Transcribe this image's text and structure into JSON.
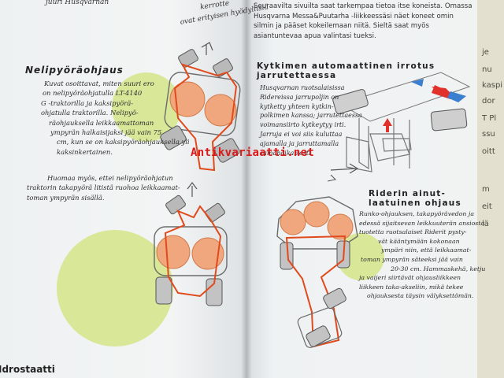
{
  "left_page": {
    "top_fragment_1": "juuri Husqvarnan",
    "top_fragment_2": "kerrotte",
    "top_fragment_3": "ovat erityisen hyödyllisiä",
    "heading": "Nelipyöräohjaus",
    "paragraph_1": [
      "Kuvat osoittavat, miten suuri ero",
      "on nelipyöräohjatulla LT-4140",
      "G -traktorilla ja kaksipyörä-",
      "ohjatulla traktorilla. Nelipyö-",
      "räohjauksella leikkaamattoman",
      "ympyrän halkaisijaksi jää vain 75",
      "cm, kun se on kaksipyöräohjauksella yli",
      "kaksinkertainen."
    ],
    "paragraph_2": [
      "Huomaa myös, ettei nelipyöräohjatun",
      "traktorin takapyörä litistä ruohoa leikkaamat-",
      "toman ympyrän sisällä."
    ],
    "bottom_fragment": "Idrostaatti"
  },
  "right_page": {
    "intro": [
      "Seuraavilta sivuilta saat tarkempaa tietoa itse koneista. Omassa",
      "Husqvarna Messa&Puutarha -liikkeessäsi näet koneet omin",
      "silmin ja pääset kokeilemaan niitä. Sieltä saat myös",
      "asiantuntevaa apua valintasi tueksi."
    ],
    "section_1": {
      "heading_line_1": "Kytkimen automaattinen irrotus",
      "heading_line_2": "jarrutettaessa",
      "body": [
        "Husqvarnan ruotsalaisissa",
        "Ridereissa jarrupoljin on",
        "kytketty yhteen kytkin-",
        "polkimen kanssa; jarrutettaessa",
        "voimansiirto kytkeytyy irti.",
        "Jarruja ei voi siis kuluttaa",
        "ajamalla ja jarruttamalla",
        "samanaikaisesti."
      ]
    },
    "section_2": {
      "heading_line_1": "Riderin ainut-",
      "heading_line_2": "laatuinen ohjaus",
      "body": [
        "Runko-ohjauksen, takapyörävedon ja",
        "edessä sijaitsevan leikkuuterän ansiosta",
        "tuotetta ruotsalaiset Riderit pysty-",
        "vät kääntymään kokonaan",
        "ympäri niin, että leikkaamat-",
        "toman ympyrän säteeksi jää vain",
        "20-30 cm. Hammaskehä, ketju",
        "ja vaijeri siirtävät ohjausliikkeen",
        "liikkeen taka-akseliin, mikä tekee",
        "ohjauksesta täysin välyksettömän."
      ]
    }
  },
  "watermark": "Antikvariaatti.net",
  "background_page": [
    "je",
    "nu",
    "kaspi",
    "dor",
    "T Pl",
    "ssu",
    "oitt",
    "m",
    "eit",
    "lä"
  ],
  "colors": {
    "orange_outline": "#e04a1c",
    "orange_fill": "#f1a77d",
    "lawn_green": "#d6e58e",
    "red_arrow": "#e0322a",
    "blue_arrow": "#3a7fd0",
    "watermark_red": "#d81a1a"
  }
}
